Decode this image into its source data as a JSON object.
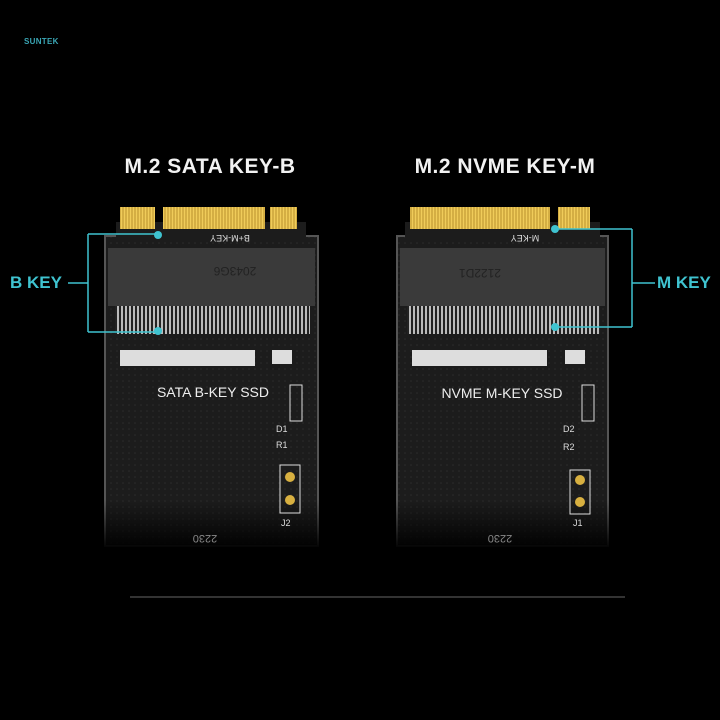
{
  "brand": "SUNTEK",
  "cards": [
    {
      "title": "M.2 SATA KEY-B",
      "key_label": "B KEY",
      "finger_text": "B+M-KEY",
      "connector_text": "2043G6",
      "board_text": "SATA B-KEY SSD",
      "component_labels": [
        "D1",
        "R1",
        "J2"
      ],
      "size_text": "2230"
    },
    {
      "title": "M.2 NVME KEY-M",
      "key_label": "M KEY",
      "finger_text": "M-KEY",
      "connector_text": "2122D1",
      "board_text": "NVME M-KEY SSD",
      "component_labels": [
        "D2",
        "R2",
        "J1"
      ],
      "size_text": "2230"
    }
  ],
  "colors": {
    "accent": "#3fc3d0",
    "gold": "#e0b848",
    "pcb": "#1b1b1b"
  }
}
